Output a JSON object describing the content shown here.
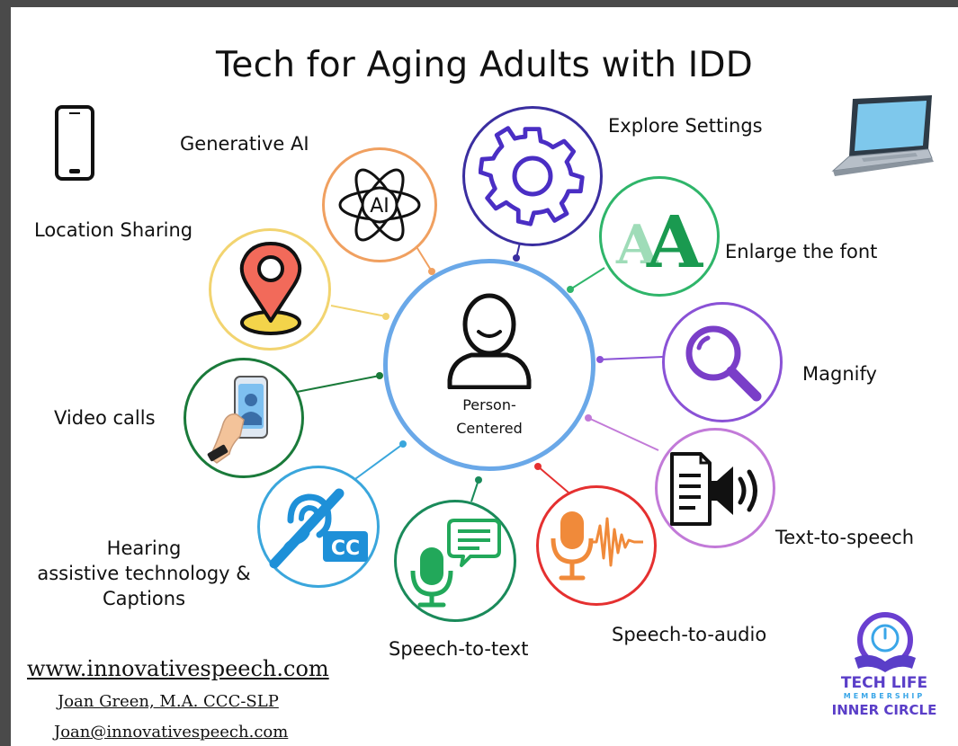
{
  "title": "Tech for Aging Adults with IDD",
  "center": {
    "line1": "Person-",
    "line2": "Centered",
    "color": "#6aa8e8"
  },
  "nodes": [
    {
      "label": "Generative AI",
      "color": "#f0a060",
      "icon": "ai-atom-icon",
      "icon_text": "AI"
    },
    {
      "label": "Explore Settings",
      "color": "#3a2ea0",
      "icon": "gear-icon"
    },
    {
      "label": "Enlarge the font",
      "color": "#2fb56a",
      "icon": "enlarge-font-icon",
      "icon_text": "AA"
    },
    {
      "label": "Magnify",
      "color": "#8a52d6",
      "icon": "magnifier-icon"
    },
    {
      "label": "Text-to-speech",
      "color": "#c27ad8",
      "icon": "document-speaker-icon"
    },
    {
      "label": "Speech-to-audio",
      "color": "#e53030",
      "icon": "microphone-waveform-icon"
    },
    {
      "label": "Speech-to-text",
      "color": "#1a8a5a",
      "icon": "microphone-chat-icon"
    },
    {
      "label_lines": [
        "Hearing",
        "assistive technology &",
        "Captions"
      ],
      "color": "#3aa6dc",
      "icon": "hearing-captions-icon",
      "icon_text": "CC"
    },
    {
      "label": "Video calls",
      "color": "#1a7a3a",
      "icon": "video-call-phone-icon"
    },
    {
      "label": "Location Sharing",
      "color": "#f2d470",
      "icon": "location-pin-icon"
    }
  ],
  "footer": {
    "website": "www.innovativespeech.com",
    "author": "Joan Green, M.A. CCC-SLP",
    "email": "Joan@innovativespeech.com"
  },
  "logo": {
    "line1": "TECH LIFE",
    "line2": "MEMBERSHIP",
    "line3": "INNER CIRCLE",
    "color": "#5a3ec8"
  },
  "decor": {
    "phone": "smartphone-icon",
    "laptop": "laptop-icon"
  }
}
